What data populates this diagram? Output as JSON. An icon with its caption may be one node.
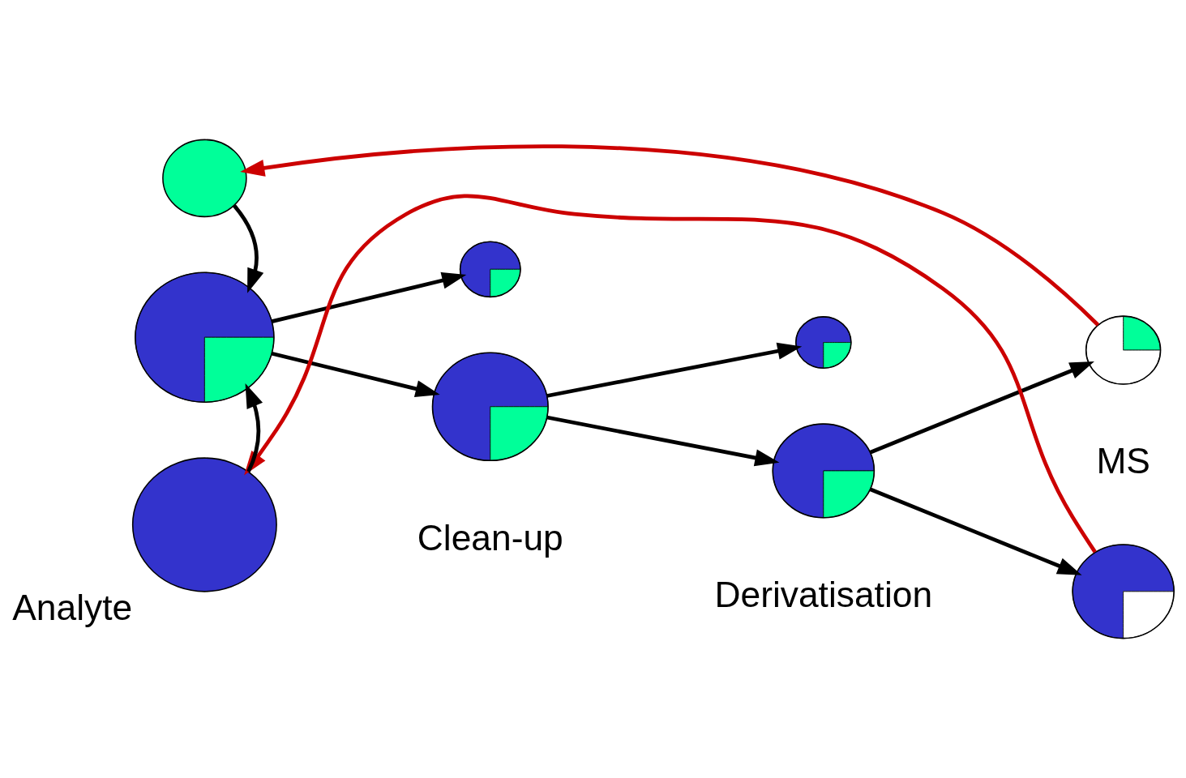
{
  "diagram": {
    "nodes": [
      {
        "text": [],
        "shape": "circle"
      },
      {
        "text": [],
        "shape": "circle"
      },
      {
        "text": [],
        "shape": "circle"
      },
      {
        "text": [],
        "shape": "circle"
      },
      {
        "text": [],
        "shape": "circle"
      },
      {
        "text": [],
        "shape": "circle"
      },
      {
        "text": [],
        "shape": "circle"
      },
      {
        "text": [],
        "shape": "circle"
      },
      {
        "text": [],
        "shape": "circle",
        "beside": [
          "Analyte"
        ]
      }
    ],
    "edges": [
      {
        "from": 0,
        "to": 1,
        "arrow": "to"
      },
      {
        "from": 8,
        "to": 1,
        "arrow": "to"
      },
      {
        "from": 1,
        "to": 2,
        "arrow": "to"
      },
      {
        "from": 1,
        "to": 3,
        "arrow": "to"
      },
      {
        "from": 3,
        "to": 4,
        "arrow": "to"
      },
      {
        "from": 3,
        "to": 5,
        "arrow": "to"
      },
      {
        "from": 5,
        "to": 6,
        "arrow": "to"
      },
      {
        "from": 5,
        "to": 7,
        "arrow": "to"
      },
      {
        "from": 6,
        "to": 0,
        "arrow": "to",
        "color": "#cc0000"
      },
      {
        "from": 7,
        "to": 8,
        "arrow": "to",
        "color": "#cc0000"
      }
    ],
    "labels": [
      "Clean-up",
      "Derivatisation",
      "MS"
    ]
  }
}
